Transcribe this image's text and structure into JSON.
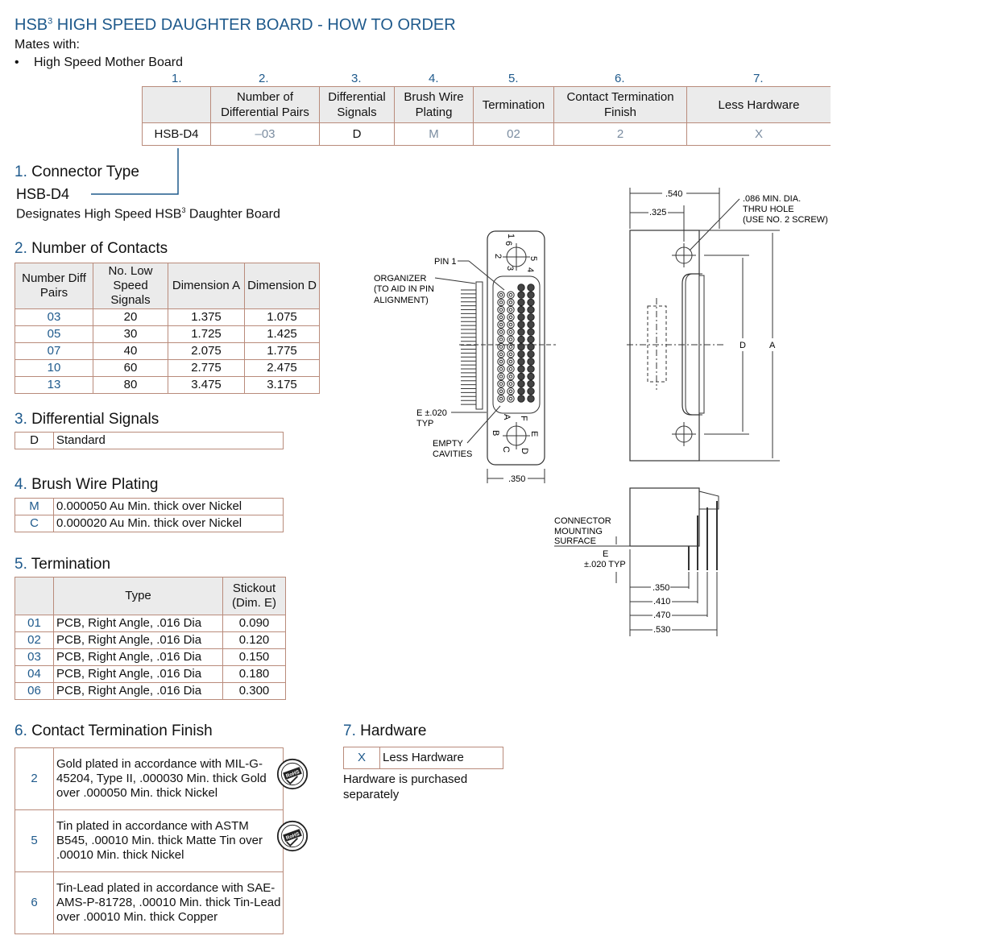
{
  "title": {
    "main": "HSB",
    "sup": "3",
    "rest": " HIGH SPEED DAUGHTER BOARD - HOW TO ORDER"
  },
  "mates_label": "Mates with:",
  "mates_items": [
    "High Speed Mother Board"
  ],
  "order": {
    "col_numbers": [
      "1.",
      "2.",
      "3.",
      "4.",
      "5.",
      "6.",
      "7."
    ],
    "headers": [
      "",
      "Number of Differential Pairs",
      "Differential Signals",
      "Brush Wire Plating",
      "Termination",
      "Contact Termination Finish",
      "Less Hardware"
    ],
    "values": [
      "HSB-D4",
      "–03",
      "D",
      "M",
      "02",
      "2",
      "X"
    ]
  },
  "s1": {
    "num": "1.",
    "title": " Connector Type",
    "code": "HSB-D4",
    "desc_pre": "Designates High Speed HSB",
    "desc_sup": "3",
    "desc_post": " Daughter Board"
  },
  "s2": {
    "num": "2.",
    "title": " Number of Contacts",
    "headers": [
      "Number Diff Pairs",
      "No. Low Speed Signals",
      "Dimension A",
      "Dimension D"
    ],
    "rows": [
      [
        "03",
        "20",
        "1.375",
        "1.075"
      ],
      [
        "05",
        "30",
        "1.725",
        "1.425"
      ],
      [
        "07",
        "40",
        "2.075",
        "1.775"
      ],
      [
        "10",
        "60",
        "2.775",
        "2.475"
      ],
      [
        "13",
        "80",
        "3.475",
        "3.175"
      ]
    ]
  },
  "s3": {
    "num": "3.",
    "title": " Differential Signals",
    "rows": [
      [
        "D",
        "Standard"
      ]
    ]
  },
  "s4": {
    "num": "4.",
    "title": " Brush Wire Plating",
    "rows": [
      [
        "M",
        "0.000050 Au Min. thick over Nickel"
      ],
      [
        "C",
        "0.000020 Au Min. thick over Nickel"
      ]
    ]
  },
  "s5": {
    "num": "5.",
    "title": " Termination",
    "headers": [
      "Type",
      "Stickout (Dim. E)"
    ],
    "rows": [
      [
        "01",
        "PCB, Right Angle, .016 Dia",
        "0.090"
      ],
      [
        "02",
        "PCB, Right Angle, .016 Dia",
        "0.120"
      ],
      [
        "03",
        "PCB, Right Angle, .016 Dia",
        "0.150"
      ],
      [
        "04",
        "PCB, Right Angle, .016 Dia",
        "0.180"
      ],
      [
        "06",
        "PCB, Right Angle, .016 Dia",
        "0.300"
      ]
    ]
  },
  "s6": {
    "num": "6.",
    "title": " Contact Termination Finish",
    "rows": [
      [
        "2",
        "Gold plated in accordance with MIL-G-45204, Type II, .000030 Min. thick Gold over .000050 Min. thick Nickel"
      ],
      [
        "5",
        "Tin plated in accordance with ASTM B545, .00010 Min. thick Matte Tin over .00010 Min. thick Nickel"
      ],
      [
        "6",
        "Tin-Lead plated in accordance with SAE-AMS-P-81728, .00010 Min. thick Tin-Lead over .00010 Min. thick Copper"
      ]
    ],
    "rohs_text": "RoHS"
  },
  "s7": {
    "num": "7.",
    "title": " Hardware",
    "rows": [
      [
        "X",
        "Less Hardware"
      ]
    ],
    "note": "Hardware is purchased separately"
  },
  "drawing": {
    "pin1": "PIN 1",
    "organizer": [
      "ORGANIZER",
      "(TO AID IN PIN",
      "ALIGNMENT)"
    ],
    "e_typ": [
      "E ±.020",
      "TYP"
    ],
    "empty": [
      "EMPTY",
      "CAVITIES"
    ],
    "dim350": ".350",
    "dim540": ".540",
    "dim325": ".325",
    "hole": [
      ".086 MIN. DIA.",
      "THRU HOLE",
      "(USE NO. 2 SCREW)"
    ],
    "D": "D",
    "A": "A",
    "mount": [
      "CONNECTOR",
      "MOUNTING",
      "SURFACE"
    ],
    "e_typ2": [
      "E",
      "±.020 TYP"
    ],
    "side_dims": [
      ".350",
      ".410",
      ".470",
      ".530"
    ],
    "top_labels": [
      "6",
      "5",
      "1",
      "4",
      "2",
      "3"
    ],
    "bot_labels": [
      "F",
      "E",
      "A",
      "D",
      "B",
      "C"
    ]
  }
}
